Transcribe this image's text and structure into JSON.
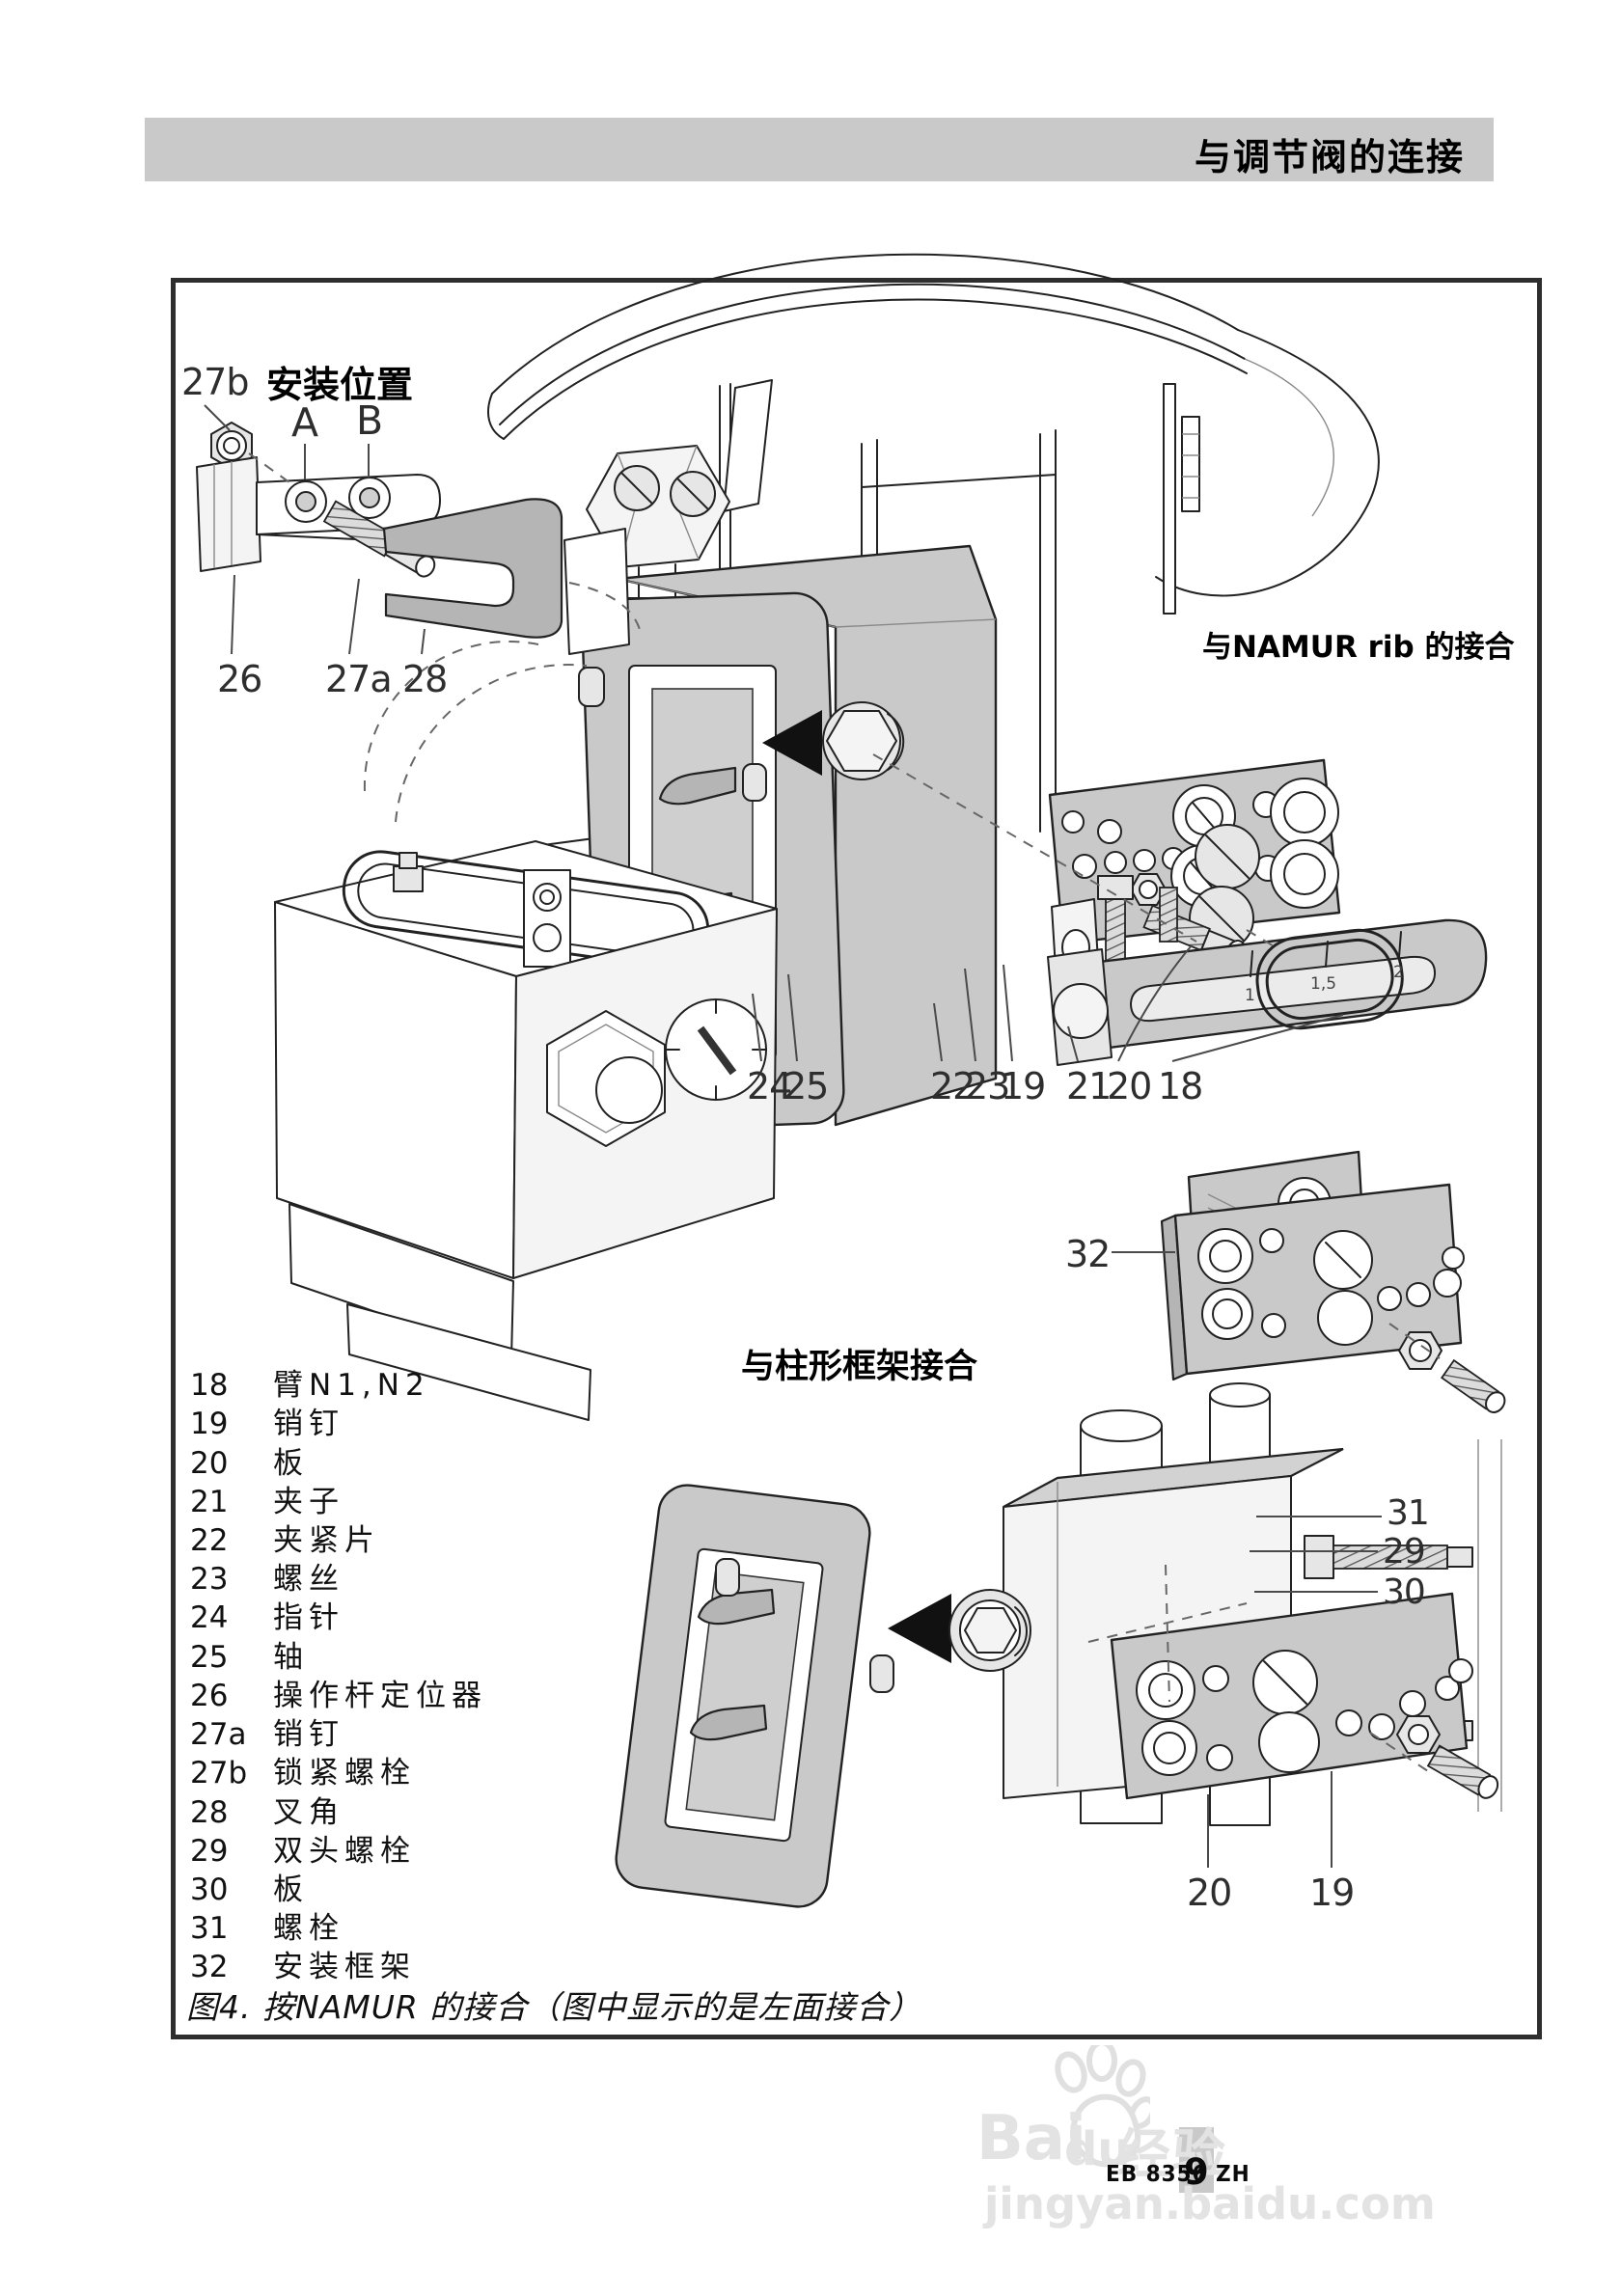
{
  "header": {
    "title": "与调节阀的连接",
    "bar_color": "#c9c9c9"
  },
  "figure": {
    "caption": "图4. 按NAMUR 的接合（图中显示的是左面接合）",
    "annotations": {
      "install_position": "安装位置",
      "pos_a": "A",
      "pos_b": "B",
      "namur_rib": "与NAMUR rib 的接合",
      "column_frame": "与柱形框架接合"
    },
    "callouts": {
      "c27b": "27b",
      "c26": "26",
      "c27a": "27a",
      "c28": "28",
      "c24": "24",
      "c25": "25",
      "c22": "22",
      "c23": "23",
      "c19": "19",
      "c21": "21",
      "c20": "20",
      "c18": "18",
      "c32": "32",
      "c31": "31",
      "c29": "29",
      "c30": "30",
      "c20b": "20",
      "c19b": "19"
    },
    "arm_markings": {
      "m1": "1",
      "m15": "1,5",
      "m2": "2"
    },
    "part_fill_color": "#c9c9c9",
    "arrow_color": "#111111"
  },
  "parts_list": {
    "items": [
      {
        "num": "18",
        "name": "臂N1,N2"
      },
      {
        "num": "19",
        "name": "销钉"
      },
      {
        "num": "20",
        "name": "板"
      },
      {
        "num": "21",
        "name": "夹子"
      },
      {
        "num": "22",
        "name": "夹紧片"
      },
      {
        "num": "23",
        "name": "螺丝"
      },
      {
        "num": "24",
        "name": "指针"
      },
      {
        "num": "25",
        "name": "轴"
      },
      {
        "num": "26",
        "name": "操作杆定位器"
      },
      {
        "num": "27a",
        "name": "销钉"
      },
      {
        "num": "27b",
        "name": "锁紧螺栓"
      },
      {
        "num": "28",
        "name": "叉角"
      },
      {
        "num": "29",
        "name": "双头螺栓"
      },
      {
        "num": "30",
        "name": "板"
      },
      {
        "num": "31",
        "name": "螺栓"
      },
      {
        "num": "32",
        "name": "安装框架"
      }
    ]
  },
  "footer": {
    "doc_code": "EB 8356 ZH",
    "page_number": "9",
    "watermark_bai": "Bai",
    "watermark_du": "du",
    "watermark_cn": "经验",
    "watermark_url": "jingyan.baidu.com"
  }
}
